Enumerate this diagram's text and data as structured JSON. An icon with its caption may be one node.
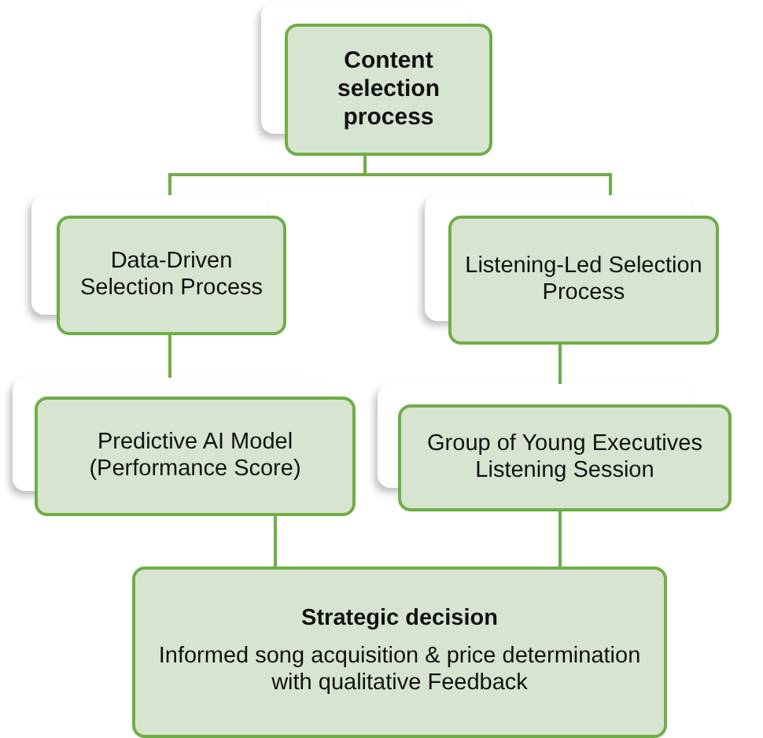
{
  "diagram": {
    "nodes": [
      {
        "text": [
          "Content selection process"
        ]
      },
      {
        "text": [
          "Data-Driven Selection Process"
        ]
      },
      {
        "text": [
          "Listening-Led Selection Process"
        ]
      },
      {
        "text": [
          "Predictive AI Model (Performance Score)"
        ]
      },
      {
        "text": [
          "Group of Young Executives Listening Session"
        ]
      },
      {
        "text": [
          "Strategic decision",
          "Informed song acquisition & price determination with qualitative Feedback"
        ]
      }
    ],
    "edges": [
      {
        "from": 0,
        "to": 1,
        "arrow": "none"
      },
      {
        "from": 0,
        "to": 2,
        "arrow": "none"
      },
      {
        "from": 1,
        "to": 3,
        "arrow": "none"
      },
      {
        "from": 2,
        "to": 4,
        "arrow": "none"
      },
      {
        "from": 3,
        "to": 5,
        "arrow": "none"
      },
      {
        "from": 4,
        "to": 5,
        "arrow": "none"
      }
    ]
  }
}
